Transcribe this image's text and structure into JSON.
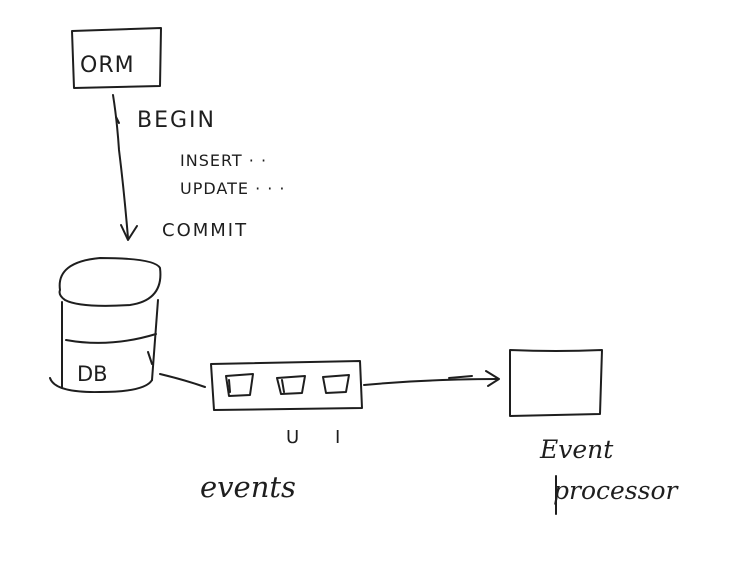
{
  "diagram": {
    "orm_box": {
      "label": "ORM"
    },
    "transaction": {
      "begin": "BEGIN",
      "insert": "INSERT · ·",
      "update": "UPDATE · · ·",
      "commit": "COMMIT"
    },
    "database": {
      "label": "DB"
    },
    "event_queue": {
      "slot_labels": [
        "U",
        "I"
      ],
      "caption": "events"
    },
    "event_processor": {
      "label_line1": "Event",
      "label_line2": "processor"
    },
    "stroke_color": "#1e1e1e",
    "background_color": "#ffffff"
  }
}
